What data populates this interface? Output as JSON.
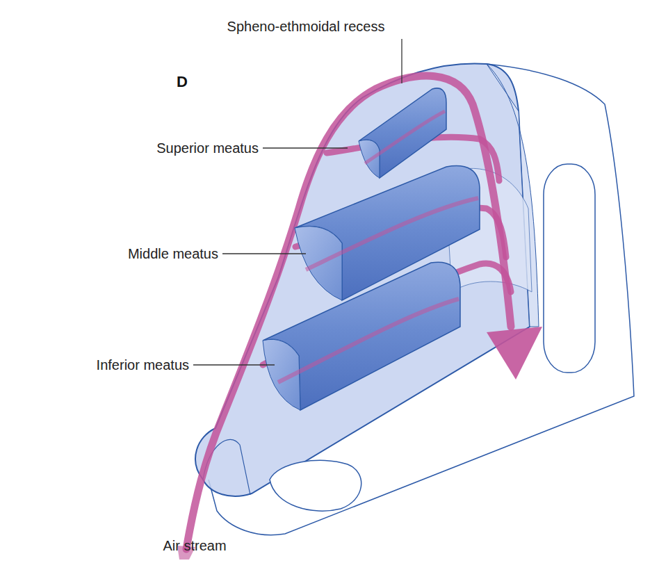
{
  "diagram": {
    "labels": [
      "Spheno-ethmoidal recess",
      "D",
      "Superior meatus",
      "Middle meatus",
      "Inferior meatus",
      "Air stream"
    ]
  }
}
